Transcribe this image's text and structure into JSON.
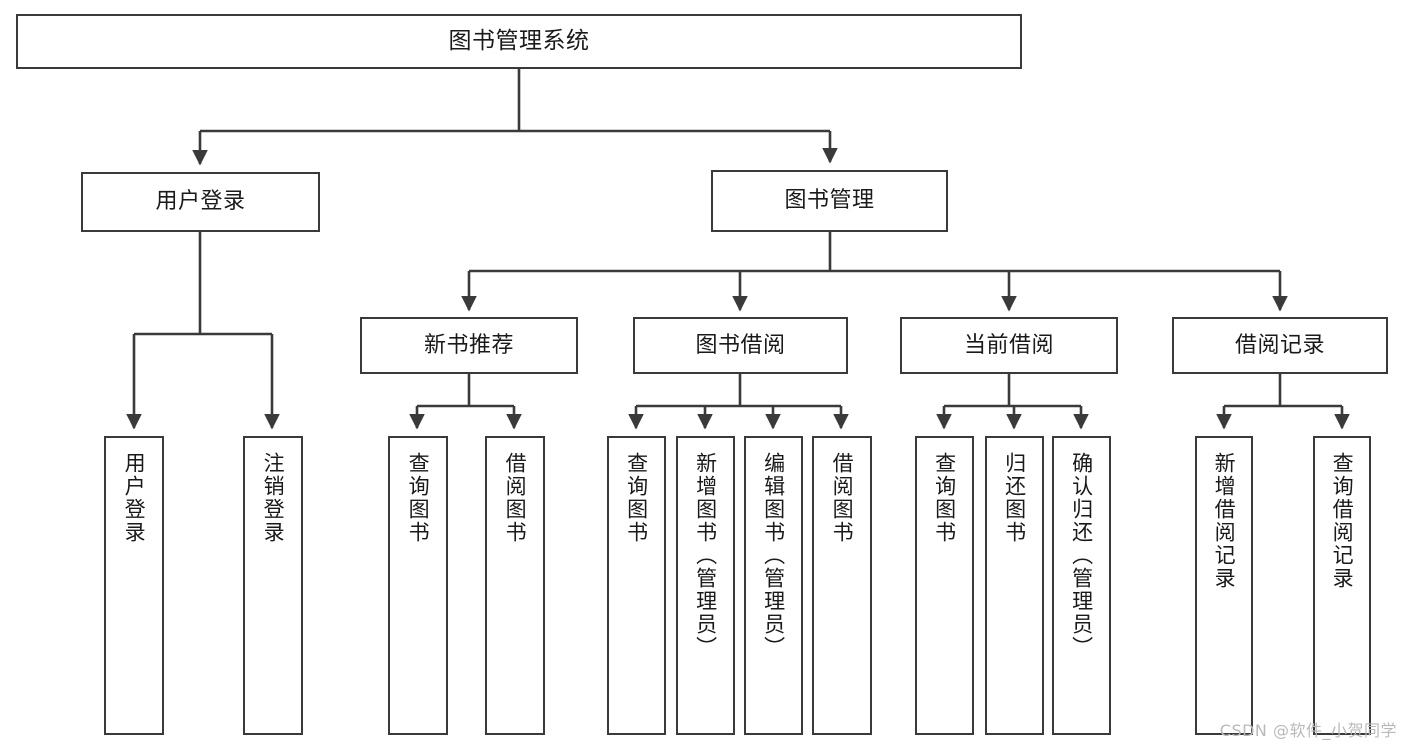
{
  "diagram": {
    "title": "图书管理系统",
    "type": "tree",
    "watermark": "CSDN @软件_小贺同学",
    "stroke_color": "#3a3a3a",
    "fill_color": "#ffffff",
    "text_color": "#1a1a1a",
    "watermark_color": "#b9b9b9"
  },
  "nodes": {
    "root": {
      "label": "图书管理系统",
      "level": 1
    },
    "l2": [
      {
        "id": "user-login",
        "label": "用户登录",
        "level": 2
      },
      {
        "id": "book-manage",
        "label": "图书管理",
        "level": 2
      }
    ],
    "l3": [
      {
        "id": "new-book-recommend",
        "label": "新书推荐",
        "level": 3,
        "parent": "book-manage"
      },
      {
        "id": "book-borrow",
        "label": "图书借阅",
        "level": 3,
        "parent": "book-manage"
      },
      {
        "id": "current-borrow",
        "label": "当前借阅",
        "level": 3,
        "parent": "book-manage"
      },
      {
        "id": "borrow-record",
        "label": "借阅记录",
        "level": 3,
        "parent": "book-manage"
      }
    ],
    "leaves": [
      {
        "id": "leaf-user-login",
        "label": "用户登录",
        "parent": "user-login"
      },
      {
        "id": "leaf-user-logout",
        "label": "注销登录",
        "parent": "user-login"
      },
      {
        "id": "leaf-query-book-rec",
        "label": "查询图书",
        "parent": "new-book-recommend"
      },
      {
        "id": "leaf-borrow-book-rec",
        "label": "借阅图书",
        "parent": "new-book-recommend"
      },
      {
        "id": "leaf-query-book-borrow",
        "label": "查询图书",
        "parent": "book-borrow"
      },
      {
        "id": "leaf-add-book",
        "label": "新增图书（管理员）",
        "parent": "book-borrow"
      },
      {
        "id": "leaf-edit-book",
        "label": "编辑图书（管理员）",
        "parent": "book-borrow"
      },
      {
        "id": "leaf-borrow-book",
        "label": "借阅图书",
        "parent": "book-borrow"
      },
      {
        "id": "leaf-query-book-current",
        "label": "查询图书",
        "parent": "current-borrow"
      },
      {
        "id": "leaf-return-book",
        "label": "归还图书",
        "parent": "current-borrow"
      },
      {
        "id": "leaf-confirm-return",
        "label": "确认归还（管理员）",
        "parent": "current-borrow"
      },
      {
        "id": "leaf-add-record",
        "label": "新增借阅记录",
        "parent": "borrow-record"
      },
      {
        "id": "leaf-query-record",
        "label": "查询借阅记录",
        "parent": "borrow-record"
      }
    ]
  }
}
